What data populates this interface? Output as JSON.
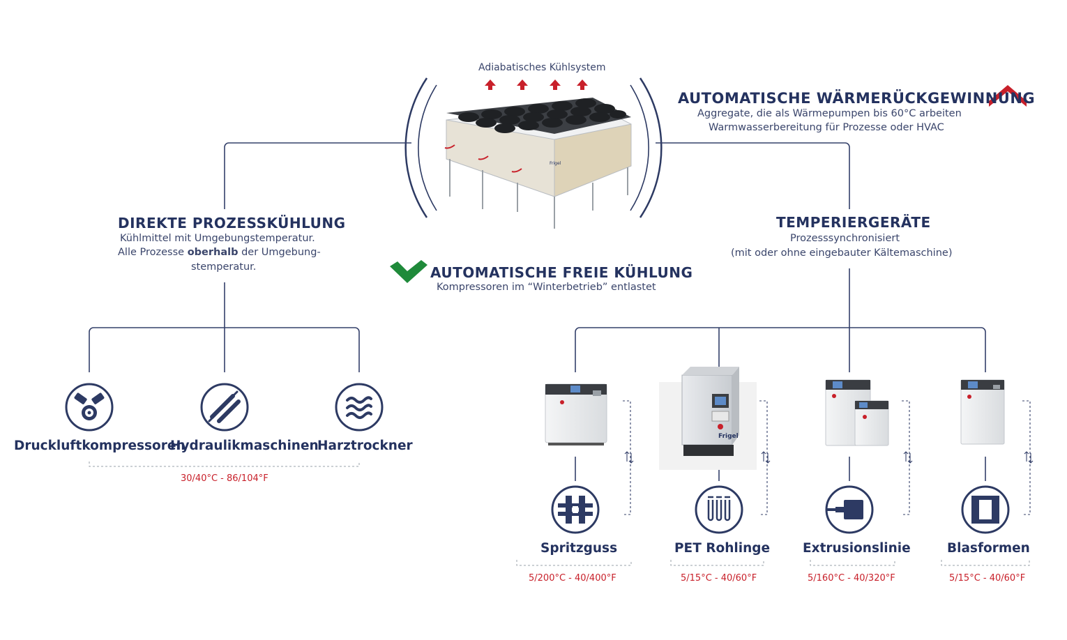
{
  "top_unit": {
    "label": "Adiabatisches Kühlsystem",
    "brand": "Frigel"
  },
  "heat_recovery": {
    "title": "AUTOMATISCHE WÄRMERÜCKGEWINNUNG",
    "line1": "Aggregate, die als Wärmepumpen bis 60°C arbeiten",
    "line2": "Warmwasserbereitung für Prozesse oder HVAC",
    "icon": "red-chevron-up-icon",
    "color": "#c8202a"
  },
  "free_cooling": {
    "title": "AUTOMATISCHE FREIE KÜHLUNG",
    "subtitle": "Kompressoren im “Winterbetrieb” entlastet",
    "icon": "green-check-icon",
    "color": "#1f8a3a"
  },
  "direct_cooling": {
    "title": "DIREKTE PROZESSKÜHLUNG",
    "line1": "Kühlmittel mit Umgebungstemperatur.",
    "line2_pre": "Alle Prozesse ",
    "line2_bold": "oberhalb",
    "line2_post": " der Umgebung-",
    "line3": "stemperatur.",
    "temp_range": "30/40°C - 86/104°F",
    "items": [
      {
        "label": "Druckluftkompressoren",
        "icon": "compressor-icon"
      },
      {
        "label": "Hydraulikmaschinen",
        "icon": "hydraulic-cylinder-icon"
      },
      {
        "label": "Harztrockner",
        "icon": "waves-icon"
      }
    ]
  },
  "tcu": {
    "title": "TEMPERIERGERÄTE",
    "line1": "Prozesssynchronisiert",
    "line2": "(mit oder ohne eingebauter Kältemaschine)",
    "items": [
      {
        "label": "Spritzguss",
        "temp": "5/200°C - 40/400°F",
        "icon": "injection-molding-icon"
      },
      {
        "label": "PET Rohlinge",
        "temp": "5/15°C - 40/60°F",
        "icon": "pet-preforms-icon"
      },
      {
        "label": "Extrusionslinie",
        "temp": "5/160°C - 40/320°F",
        "icon": "extrusion-icon"
      },
      {
        "label": "Blasformen",
        "temp": "5/15°C - 40/60°F",
        "icon": "blow-molding-icon"
      }
    ]
  },
  "colors": {
    "navy": "#24325f",
    "line": "#34406a",
    "red": "#c8202a",
    "green": "#1f8a3a"
  }
}
